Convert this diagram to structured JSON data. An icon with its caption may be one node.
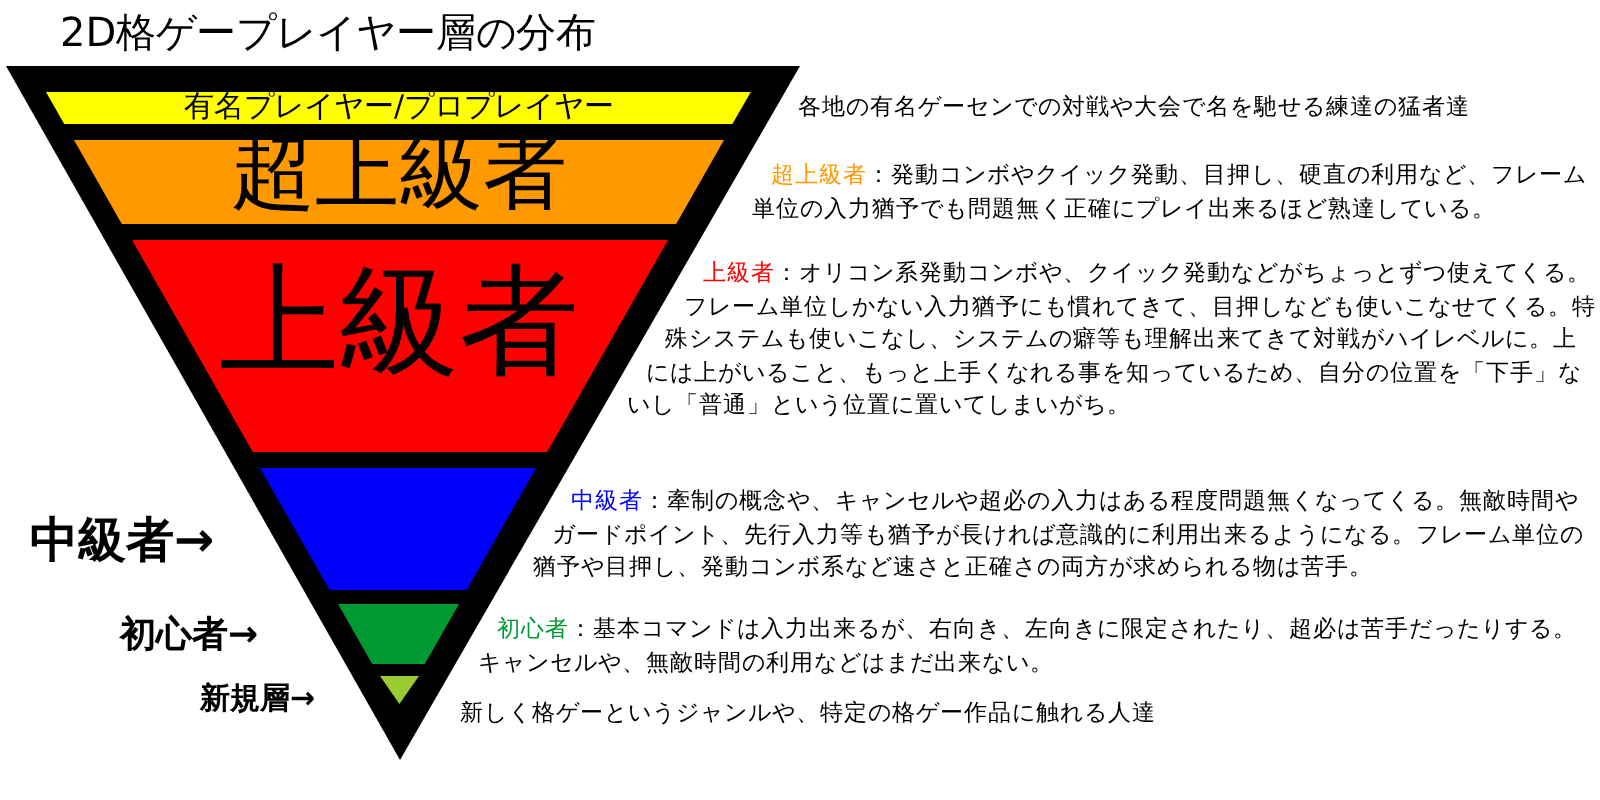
{
  "diagram": {
    "title": "2D格ゲープレイヤー層の分布",
    "nodes": [
      {
        "text": [],
        "shape": "triangle"
      },
      {
        "text": [
          "有名プレイヤー/プロプレイヤー"
        ],
        "in": 0,
        "beside": [
          "各地の有名ゲーセンでの対戦や大会で名を馳せる練達の猛者達"
        ]
      },
      {
        "text": [
          "超上級者"
        ],
        "in": 0,
        "beside": [
          "超上級者",
          "：発動コンボやクイック発動、目押し、硬直の利用など、フレーム単位の入力猶予でも問題無く正確にプレイ出来るほど熟達している。"
        ]
      },
      {
        "text": [
          "上級者"
        ],
        "in": 0,
        "beside": [
          "上級者",
          "：オリコン系発動コンボや、クイック発動などがちょっとずつ使えてくる。フレーム単位しかない入力猶予にも慣れてきて、目押しなども使いこなせてくる。特殊システムも使いこなし、システムの癖等も理解出来てきて対戦がハイレベルに。上には上がいること、もっと上手くなれる事を知っているため、自分の位置を「下手」ないし「普通」という位置に置いてしまいがち。"
        ]
      },
      {
        "text": [],
        "shape": "bar",
        "in": 0,
        "beside": [
          "中級者",
          "：牽制の概念や、キャンセルや超必の入力はある程度問題無くなってくる。無敵時間やガードポイント、先行入力等も猶予が長ければ意識的に利用出来るようになる。フレーム単位の猶予や目押し、発動コンボ系など速さと正確さの両方が求められる物は苦手。"
        ]
      },
      {
        "text": [],
        "shape": "bar",
        "in": 0,
        "beside": [
          "初心者",
          "：基本コマンドは入力出来るが、右向き、左向きに限定されたり、超必は苦手だったりする。キャンセルや、無敵時間の利用などはまだ出来ない。"
        ]
      },
      {
        "text": [],
        "shape": "triangle",
        "in": 0,
        "beside": [
          "新しく格ゲーというジャンルや、特定の格ゲー作品に触れる人達"
        ]
      }
    ],
    "labels": [
      "中級者→",
      "初心者→",
      "新規層→"
    ]
  }
}
